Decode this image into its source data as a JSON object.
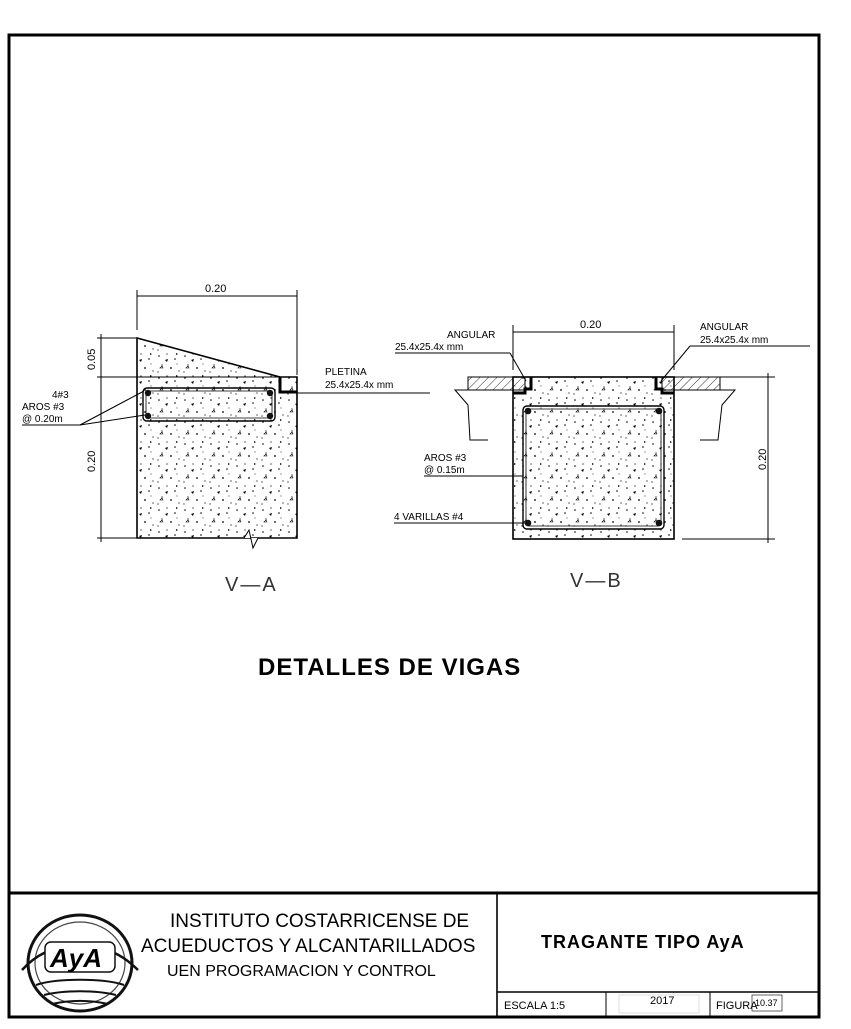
{
  "drawing": {
    "beam_a": {
      "width_dim": "0.20",
      "top_dim": "0.05",
      "height_dim": "0.20",
      "bars_label": "4#3",
      "stirrups_label": "AROS  #3",
      "stirrups_spacing": "@ 0.20m",
      "plate_label": "PLETINA",
      "plate_size": "25.4x25.4x   mm",
      "section_name": "V—A"
    },
    "beam_b": {
      "width_dim": "0.20",
      "height_dim": "0.20",
      "angle_left_label": "ANGULAR",
      "angle_left_size": "25.4x25.4x   mm",
      "angle_right_label": "ANGULAR",
      "angle_right_size": "25.4x25.4x    mm",
      "stirrups_label": "AROS  #3",
      "stirrups_spacing": "@  0.15m",
      "bars_label": "4  VARILLAS  #4",
      "section_name": "V—B"
    },
    "main_title": "DETALLES  DE  VIGAS"
  },
  "title_block": {
    "logo_text": "AyA",
    "institution_line1": "INSTITUTO COSTARRICENSE DE",
    "institution_line2": "ACUEDUCTOS Y ALCANTARILLADOS",
    "institution_line3": "UEN PROGRAMACION Y CONTROL",
    "project": "TRAGANTE  TIPO  AyA",
    "scale": "ESCALA  1:5",
    "year": "2017",
    "figure_label": "FIGURA",
    "figure_number": "10.37"
  }
}
